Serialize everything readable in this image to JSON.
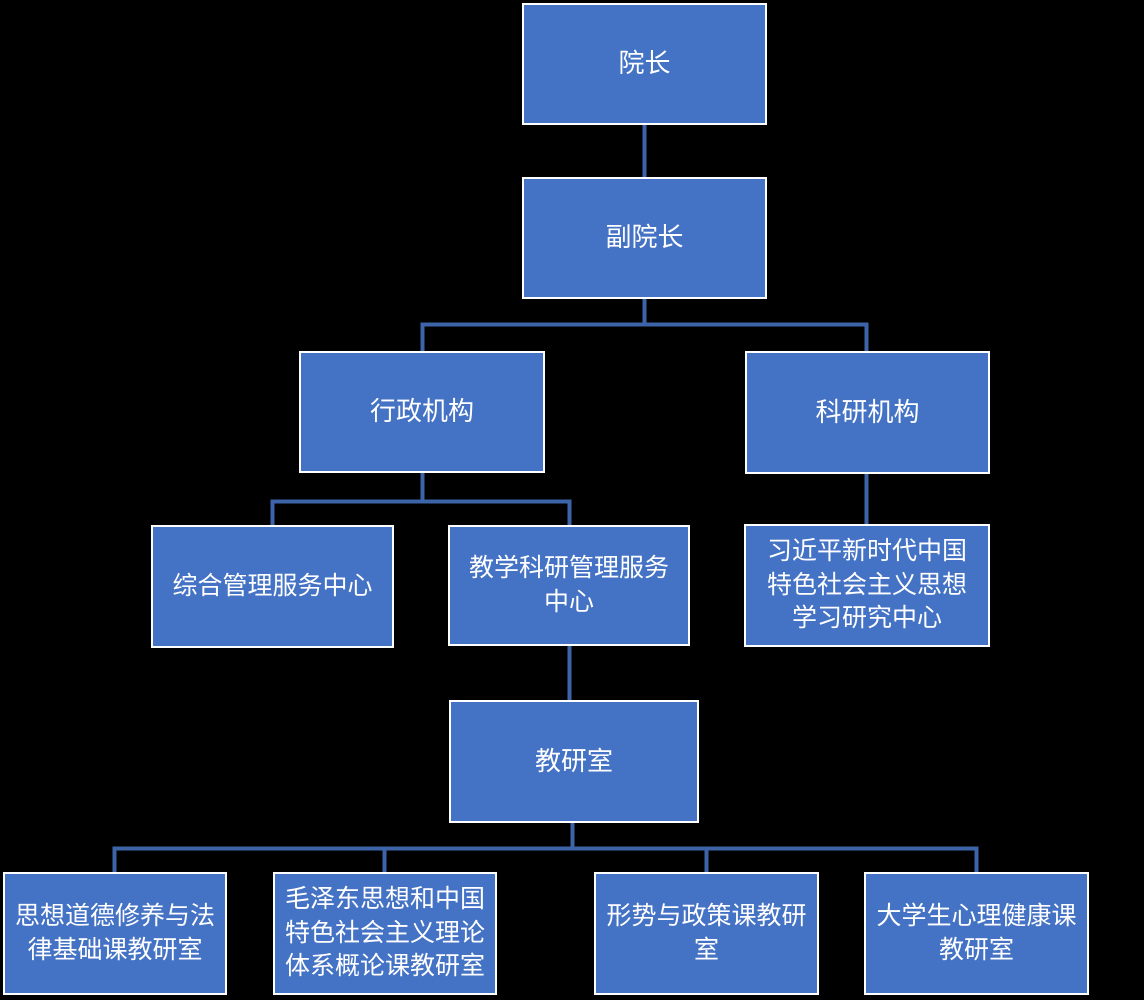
{
  "chart": {
    "type": "org-chart",
    "background_color": "#000000",
    "node_fill_color": "#4472C4",
    "node_border_color": "#FFFFFF",
    "node_text_color": "#FFFFFF",
    "connector_color": "#3D63A8"
  },
  "nodes": {
    "dean": {
      "label": "院长"
    },
    "vice_dean": {
      "label": "副院长"
    },
    "admin_org": {
      "label": "行政机构"
    },
    "research_org": {
      "label": "科研机构"
    },
    "general_service_center": {
      "label": "综合管理服务中心"
    },
    "teaching_research_service_center": {
      "label": "教学科研管理服务\n中心"
    },
    "xi_thought_center": {
      "label": "习近平新时代中国\n特色社会主义思想\n学习研究中心"
    },
    "teaching_office": {
      "label": "教研室"
    },
    "moral_law_office": {
      "label": "思想道德修养与法\n律基础课教研室"
    },
    "mao_theory_office": {
      "label": "毛泽东思想和中国\n特色社会主义理论\n体系概论课教研室"
    },
    "situation_policy_office": {
      "label": "形势与政策课教研\n室"
    },
    "mental_health_office": {
      "label": "大学生心理健康课\n教研室"
    }
  },
  "edges": [
    [
      "dean",
      "vice_dean"
    ],
    [
      "vice_dean",
      "admin_org"
    ],
    [
      "vice_dean",
      "research_org"
    ],
    [
      "admin_org",
      "general_service_center"
    ],
    [
      "admin_org",
      "teaching_research_service_center"
    ],
    [
      "research_org",
      "xi_thought_center"
    ],
    [
      "teaching_research_service_center",
      "teaching_office"
    ],
    [
      "teaching_office",
      "moral_law_office"
    ],
    [
      "teaching_office",
      "mao_theory_office"
    ],
    [
      "teaching_office",
      "situation_policy_office"
    ],
    [
      "teaching_office",
      "mental_health_office"
    ]
  ]
}
